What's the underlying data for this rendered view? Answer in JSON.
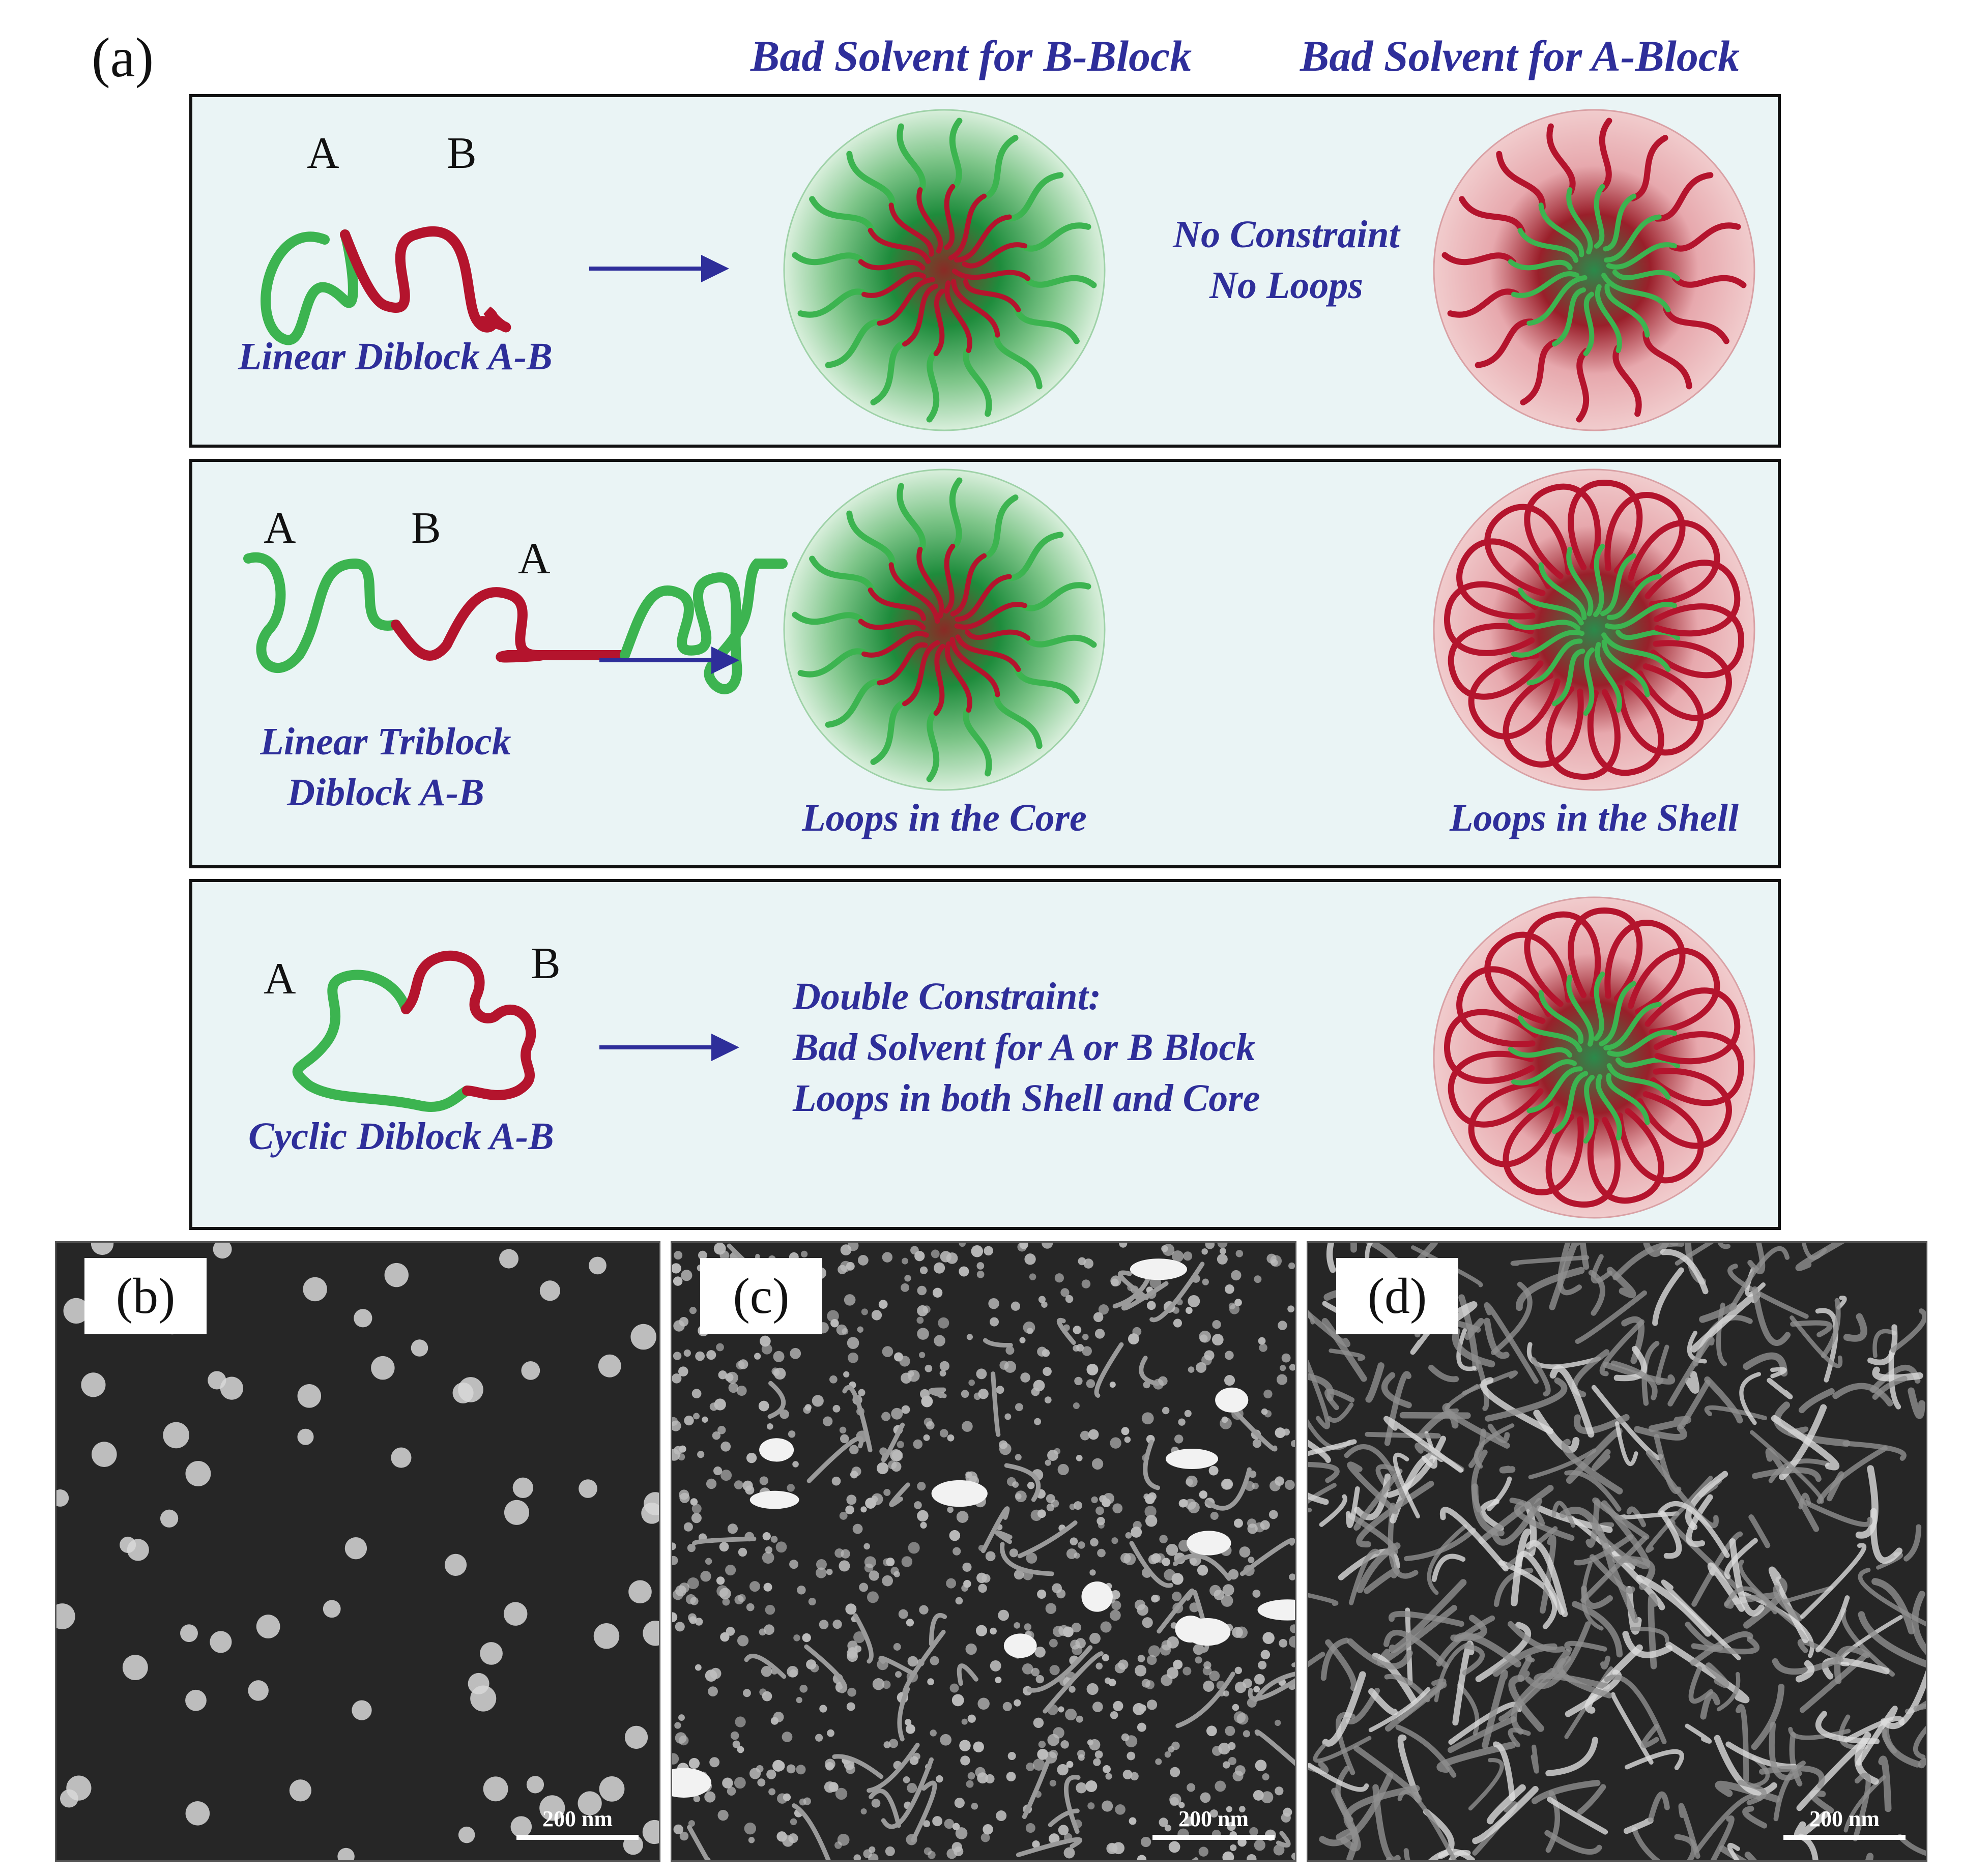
{
  "panel_a": {
    "label": "(a)",
    "col_head_b": "Bad Solvent for B-Block",
    "col_head_a": "Bad Solvent for A-Block",
    "row1": {
      "block_a": "A",
      "block_b": "B",
      "caption": "Linear Diblock A-B",
      "note_line1": "No Constraint",
      "note_line2": "No Loops"
    },
    "row2": {
      "block_a1": "A",
      "block_b": "B",
      "block_a2": "A",
      "caption_line1": "Linear Triblock",
      "caption_line2": "Diblock A-B",
      "core_caption": "Loops in the Core",
      "shell_caption": "Loops in the Shell"
    },
    "row3": {
      "block_a": "A",
      "block_b": "B",
      "caption": "Cyclic Diblock A-B",
      "note_line1": "Double Constraint:",
      "note_line2": "Bad Solvent for A or B Block",
      "note_line3": "Loops in both Shell and Core"
    }
  },
  "micrographs": [
    {
      "label": "(b)",
      "scale": "200 nm"
    },
    {
      "label": "(c)",
      "scale": "200 nm"
    },
    {
      "label": "(d)",
      "scale": "200 nm"
    }
  ],
  "colors": {
    "a_block": "#3cb450",
    "b_block": "#b4142d",
    "arrow": "#2e2e9a",
    "text": "#2e2e9a",
    "panel_bg": "#eaf4f5"
  }
}
